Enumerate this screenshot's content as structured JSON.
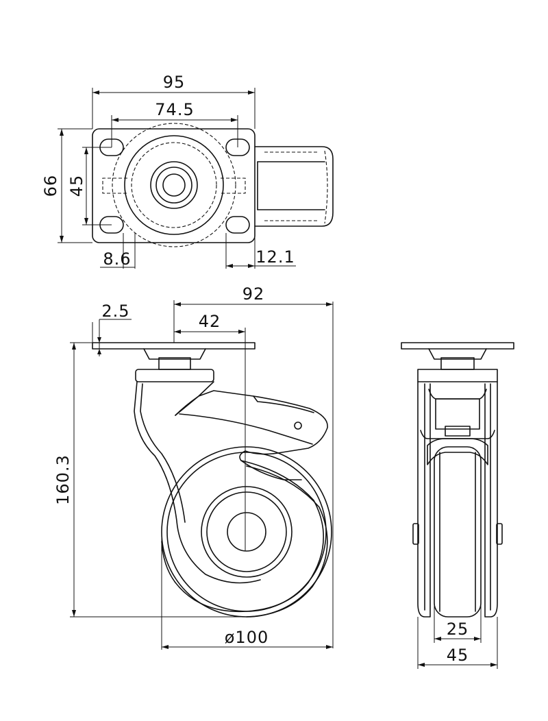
{
  "dimensions": {
    "plate_width": "95",
    "hole_spacing_x": "74.5",
    "plate_depth": "66",
    "hole_spacing_y": "45",
    "hole_slot": "8.6",
    "brake_offset": "12.1",
    "plate_thickness": "2.5",
    "overall_length": "92",
    "offset": "42",
    "overall_height": "160.3",
    "wheel_diameter": "ø100",
    "tread_width": "25",
    "wheel_width": "45"
  },
  "colors": {
    "line": "#111111",
    "background": "#ffffff"
  }
}
